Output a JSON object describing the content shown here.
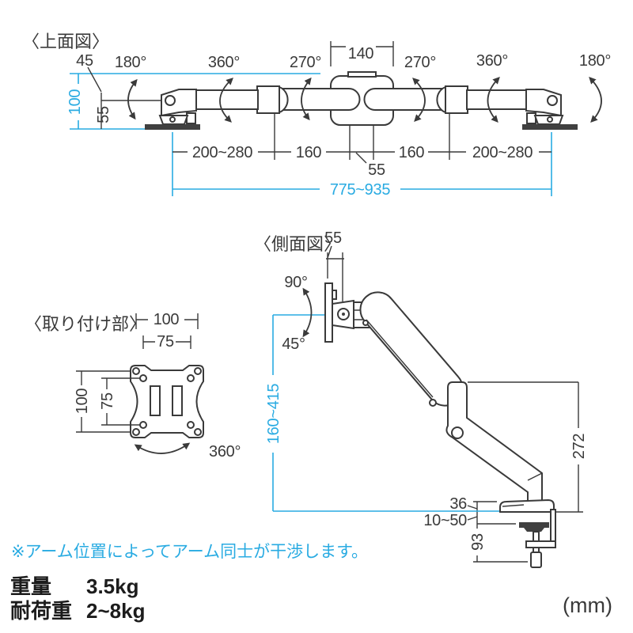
{
  "colors": {
    "accent": "#29abe2",
    "line": "#3a3a3a",
    "dark_fill": "#404040"
  },
  "top_view": {
    "title": "〈上面図〉",
    "dims": {
      "d45": "45",
      "deg180_l": "180°",
      "deg360_l": "360°",
      "deg270_l": "270°",
      "d140": "140",
      "deg270_r": "270°",
      "deg360_r": "360°",
      "deg180_r": "180°",
      "d100": "100",
      "d55_side": "55",
      "d200_l": "200~280",
      "d160_l": "160",
      "d55_c": "55",
      "d160_r": "160",
      "d200_r": "200~280",
      "total": "775~935"
    }
  },
  "side_view": {
    "title": "〈側面図〉",
    "dims": {
      "d55": "55",
      "deg90": "90°",
      "deg45": "45°",
      "range": "160~415",
      "d272": "272",
      "d36": "36",
      "desk": "10~50",
      "d93": "93"
    }
  },
  "mount_view": {
    "title": "〈取り付け部〉",
    "dims": {
      "w100": "100",
      "w75": "75",
      "h100": "100",
      "h75": "75",
      "deg360": "360°"
    }
  },
  "note": "※アーム位置によってアーム同士が干渉します。",
  "specs": [
    {
      "label": "重量",
      "value": "3.5kg"
    },
    {
      "label": "耐荷重",
      "value": "2~8kg"
    }
  ],
  "units": "(mm)"
}
